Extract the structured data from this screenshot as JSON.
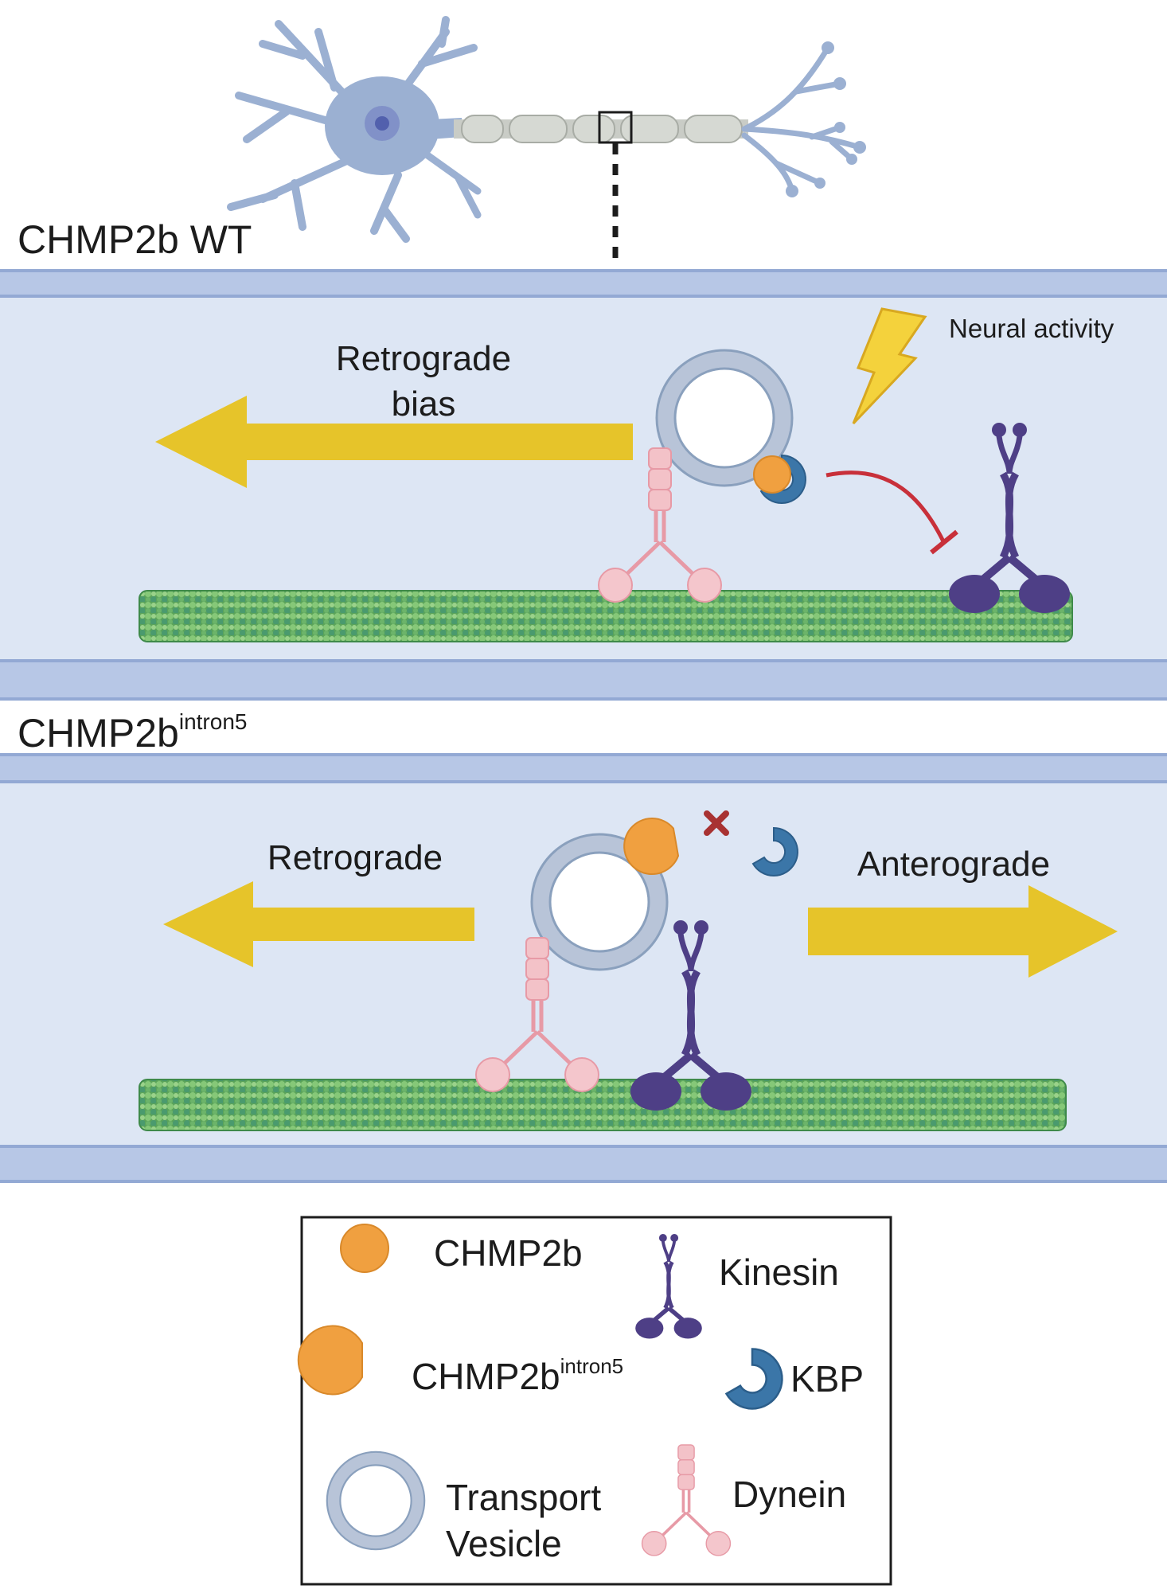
{
  "panels": {
    "wt": {
      "title": "CHMP2b WT",
      "arrow_label_line1": "Retrograde",
      "arrow_label_line2": "bias",
      "activity_label": "Neural activity"
    },
    "mutant": {
      "title_main": "CHMP2b",
      "title_sup": "intron5",
      "left_arrow_label": "Retrograde",
      "right_arrow_label": "Anterograde"
    }
  },
  "legend": {
    "chmp2b": "CHMP2b",
    "chmp2b_mut_main": "CHMP2b",
    "chmp2b_mut_sup": "intron5",
    "kinesin": "Kinesin",
    "kbp": "KBP",
    "vesicle_line1": "Transport",
    "vesicle_line2": "Vesicle",
    "dynein": "Dynein"
  },
  "colors": {
    "axon_fill": "#dde6f4",
    "membrane": "#93a9d4",
    "arrow": "#e6c42a",
    "chmp2b": "#f0a040",
    "kbp": "#3b76a8",
    "kinesin": "#4e3f86",
    "dynein": "#f3c2c8",
    "vesicle": "#b8c4d8",
    "microtubule": "#6fb86a",
    "neuron": "#9bb0d2",
    "inhibition": "#c8303a",
    "cross": "#a83232",
    "bolt": "#f4d23c"
  },
  "icons": [
    "neuron-icon",
    "lightning-bolt-icon",
    "vesicle-icon",
    "dynein-icon",
    "kinesin-icon",
    "kbp-icon",
    "chmp2b-icon",
    "chmp2b-mutant-icon",
    "microtubule-icon",
    "cross-icon"
  ]
}
